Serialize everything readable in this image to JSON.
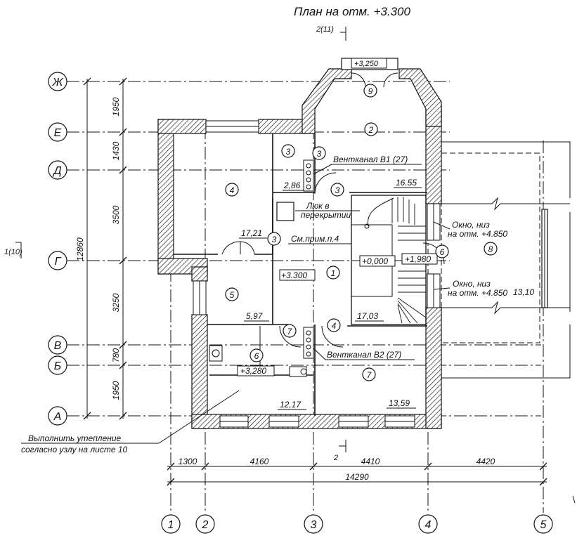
{
  "title": "План на отм. +3.300",
  "section_marks": {
    "top": "2(11)",
    "bottom": "2",
    "left": "1(10)"
  },
  "axes_letters": [
    "Ж",
    "Е",
    "Д",
    "Г",
    "В",
    "Б",
    "А"
  ],
  "axes_numbers": [
    "1",
    "2",
    "3",
    "4",
    "5"
  ],
  "dims_vertical": [
    "1950",
    "1430",
    "3500",
    "3250",
    "780",
    "1950"
  ],
  "dim_total_vertical": "12860",
  "dims_horizontal": [
    "1300",
    "4160",
    "4410",
    "4420"
  ],
  "dim_total_horizontal": "14290",
  "levels": {
    "balcony": "+3,250",
    "main": "+3.300",
    "stair_bottom": "+0,000",
    "landing": "+1,980",
    "bath": "+3,280"
  },
  "rooms": [
    "1",
    "2",
    "3",
    "3",
    "3",
    "3",
    "4",
    "4",
    "5",
    "6",
    "6",
    "7",
    "7",
    "8",
    "9"
  ],
  "areas": {
    "a286": "2,86",
    "a1655": "16.55",
    "a1721": "17,21",
    "a597": "5,97",
    "a1703": "17,03",
    "a1217": "12,17",
    "a1359": "13,59",
    "a1310": "13,10"
  },
  "notes": {
    "vent_b1": "Вентканал В1 (27)",
    "vent_b2": "Вентканал В2 (27)",
    "hatch_line1": "Люк в",
    "hatch_line2": "перекрытии",
    "see_note": "См.прим.п.4",
    "window1_line1": "Окно, низ",
    "window1_line2": "на отм. +4.850",
    "window2_line1": "Окно, низ",
    "window2_line2": "на отм. +4.850",
    "insulation_line1": "Выполнить утепление",
    "insulation_line2": "согласно узлу на листе 10"
  }
}
